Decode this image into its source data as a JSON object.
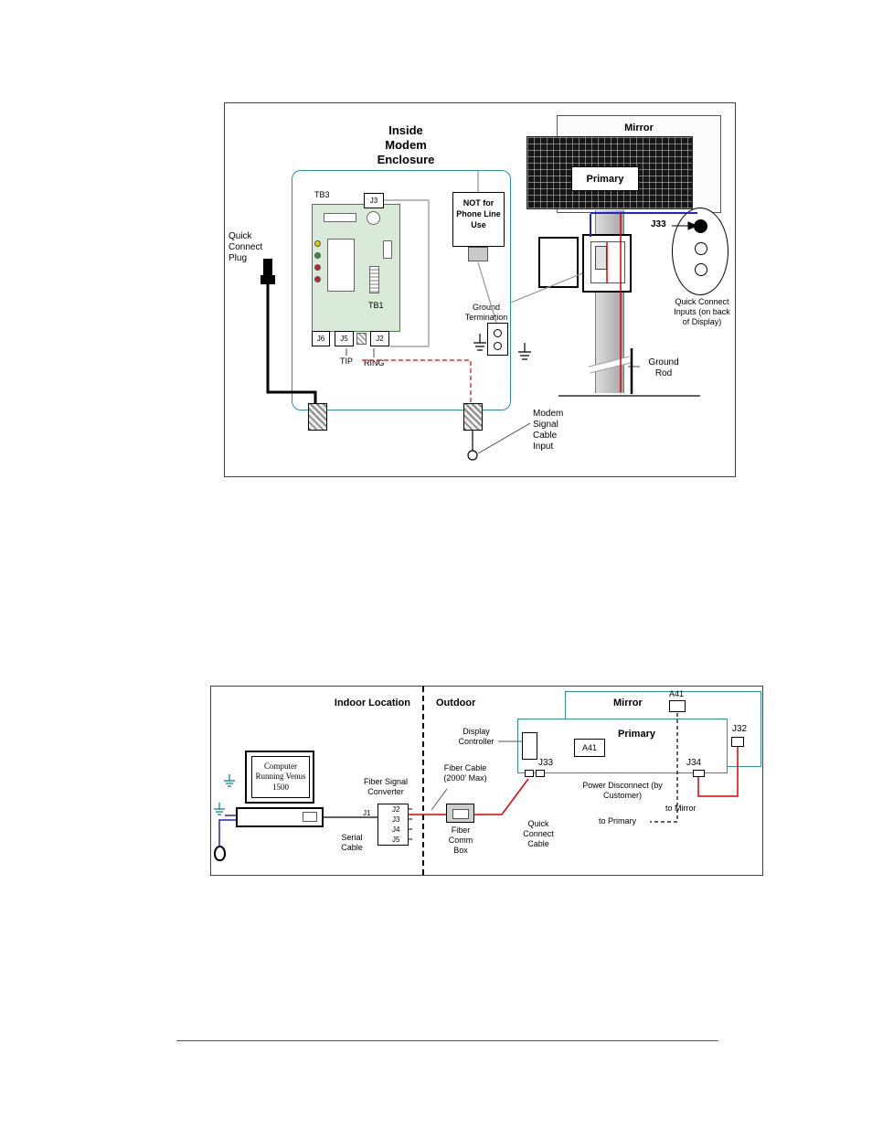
{
  "colors": {
    "wire_red": "#dd0000",
    "wire_blue": "#2222cc",
    "enclosure_teal": "#2e9090",
    "static_ground_teal": "#008080",
    "pcb_green": "#d9ead9"
  },
  "diagram1": {
    "title": "Inside Modem Enclosure",
    "mirror_label": "Mirror",
    "primary_label": "Primary",
    "tb3": "TB3",
    "j3": "J3",
    "tb1": "TB1",
    "j6": "J6",
    "j5": "J5",
    "j2": "J2",
    "tip": "TIP",
    "ring": "RING",
    "not_for_phone": "NOT for Phone Line Use",
    "quick_connect_plug": "Quick Connect Plug",
    "ground_termination": "Ground Termination",
    "j33": "J33",
    "quick_connect_inputs": "Quick Connect Inputs (on back of Display)",
    "ground_rod": "Ground Rod",
    "modem_signal_cable_input": "Modem Signal Cable Input"
  },
  "diagram2": {
    "indoor_label": "Indoor Location",
    "outdoor_label": "Outdoor",
    "computer_text": "Computer Running Venus 1500",
    "serial_cable": "Serial Cable",
    "fiber_signal_converter": "Fiber Signal Converter",
    "j1": "J1",
    "ports": [
      "J2",
      "J3",
      "J4",
      "J5"
    ],
    "fiber_cable": "Fiber Cable (2000' Max)",
    "fiber_comm_box": "Fiber Comm Box",
    "quick_connect_cable": "Quick Connect Cable",
    "display_controller": "Display Controller",
    "mirror_label": "Mirror",
    "primary_label": "Primary",
    "a41_mirror": "A41",
    "a41_primary": "A41",
    "j33": "J33",
    "j34": "J34",
    "j32": "J32",
    "power_disconnect": "Power Disconnect (by Customer)",
    "to_primary": "to Primary",
    "to_mirror": "to Mirror"
  }
}
